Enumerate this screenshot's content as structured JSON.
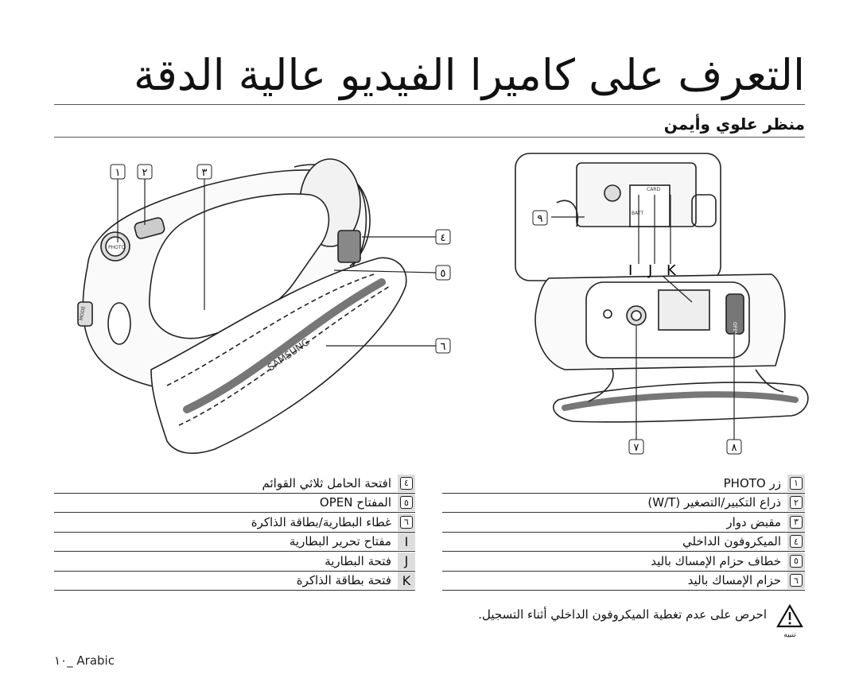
{
  "header": {
    "title": "التعرف على كاميرا الفيديو عالية الدقة",
    "subtitle": "منظر علوي وأيمن"
  },
  "callouts": {
    "n1": "١",
    "n2": "٢",
    "n3": "٣",
    "n4": "٤",
    "n5": "٥",
    "n6": "٦",
    "n7": "٧",
    "n8": "٨",
    "n9": "٩",
    "i": "I",
    "j": "J",
    "k": "K"
  },
  "device_text": {
    "brand": "SAMSUNG",
    "photo": "PHOTO",
    "mode": "MODE",
    "card": "CARD",
    "batt": "BATT",
    "open": "OPEN"
  },
  "legend_right": [
    {
      "num": "١",
      "text": "زر PHOTO"
    },
    {
      "num": "٢",
      "text": "ذراع التكبير/التصغير (W/T)"
    },
    {
      "num": "٣",
      "text": "مقبض دوار"
    },
    {
      "num": "٤",
      "text": "الميكروفون الداخلي"
    },
    {
      "num": "٥",
      "text": "خطاف حزام الإمساك باليد"
    },
    {
      "num": "٦",
      "text": "حزام الإمساك باليد"
    }
  ],
  "legend_left": [
    {
      "num": "٤",
      "text": "افتحة الحامل ثلاثي القوائم"
    },
    {
      "num": "٥",
      "text": "المفتاح OPEN"
    },
    {
      "num": "٦",
      "text": "غطاء البطارية/بطاقة الذاكرة"
    },
    {
      "num": "I",
      "text": "مفتاح تحرير البطارية"
    },
    {
      "num": "J",
      "text": "فتحة البطارية"
    },
    {
      "num": "K",
      "text": "فتحة بطاقة الذاكرة"
    }
  ],
  "caution": {
    "text": "احرص على عدم تغطية الميكروفون الداخلي أثناء التسجيل.",
    "label": "تنبيه"
  },
  "footer": "١٠_ Arabic"
}
